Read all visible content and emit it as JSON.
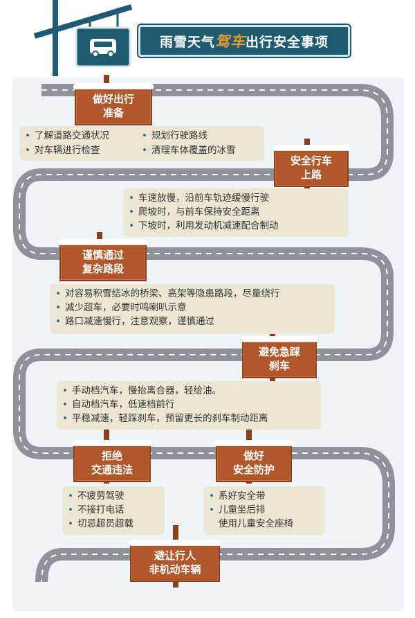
{
  "header": {
    "title_before": "雨雪天气",
    "title_highlight": "驾车",
    "title_after": "出行安全事项",
    "icon": "car-icon"
  },
  "sections": [
    {
      "sign": [
        "做好出行",
        "准备"
      ],
      "items": [
        "了解道路交通状况",
        "规划行驶路线",
        "对车辆进行检查",
        "清理车体覆盖的冰雪"
      ]
    },
    {
      "sign": [
        "安全行车",
        "上路"
      ],
      "items": [
        "车速放慢，沿前车轨迹缓慢行驶",
        "爬坡时，与前车保持安全距离",
        "下坡时，利用发动机减速配合制动"
      ]
    },
    {
      "sign": [
        "谨慎通过",
        "复杂路段"
      ],
      "items": [
        "对容易积雪结冰的桥梁、高架等隐患路段，尽量绕行",
        "减少超车，必要时鸣喇叭示意",
        "路口减速慢行，注意观察，谨慎通过"
      ]
    },
    {
      "sign": [
        "避免急踩",
        "刹车"
      ],
      "items": [
        "手动档汽车，慢抬离合器，轻给油。",
        "自动档汽车，低速档前行",
        "平稳减速，轻踩刹车，预留更长的刹车制动距离"
      ]
    },
    {
      "sign": [
        "拒绝",
        "交通违法"
      ],
      "items": [
        "不疲劳驾驶",
        "不接打电话",
        "切忌超员超载"
      ]
    },
    {
      "sign": [
        "做好",
        "安全防护"
      ],
      "items": [
        "系好安全带",
        "儿童坐后排",
        "使用儿童安全座椅"
      ]
    },
    {
      "sign": [
        "避让行人",
        "非机动车辆"
      ],
      "items": []
    }
  ],
  "colors": {
    "road": "#8d9399",
    "road_line": "#ffffff",
    "sign_wood": "#b1572c",
    "info_box": "#ece6d5",
    "header": "#1f5a73",
    "highlight": "#e39a2a",
    "panel_bg": "#edf3f7"
  }
}
